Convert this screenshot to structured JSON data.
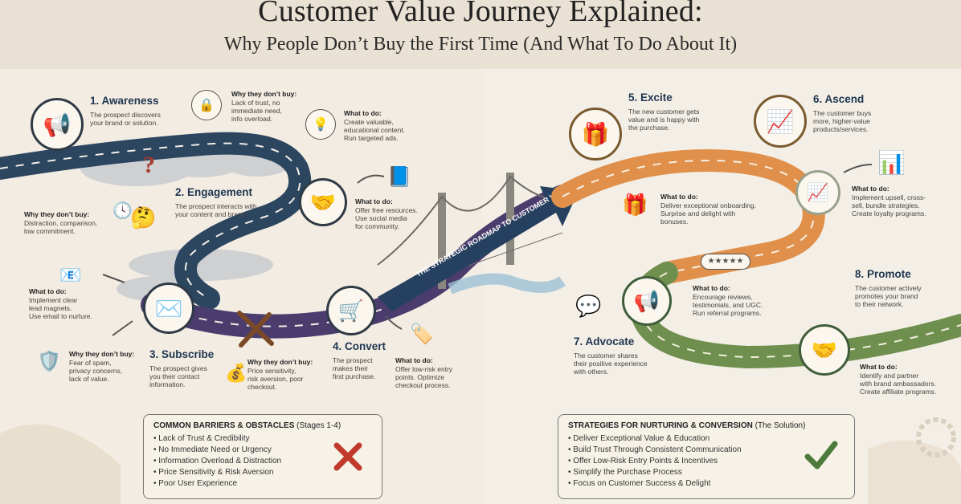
{
  "header": {
    "title": "Customer Value Journey Explained:",
    "subtitle": "Why People Don’t Buy the First Time (And What To Do About It)"
  },
  "bridge": {
    "arrow_label": "THE STRATEGIC ROADMAP TO CUSTOMER VALUE"
  },
  "stages": [
    {
      "title": "1. Awareness",
      "desc": [
        "The prospect discovers",
        "your brand or solution."
      ],
      "why_label": "Why they don’t buy:",
      "why": [
        "Lack of trust, no",
        "immediate need,",
        "info overload."
      ],
      "what_label": "What to do:",
      "what": [
        "Create valuable,",
        "educational content.",
        "Run targeted ads."
      ]
    },
    {
      "title": "2. Engagement",
      "desc": [
        "The prospect interacts with",
        "your content and brand."
      ],
      "why_label": "Why they don’t buy:",
      "why": [
        "Distraction, comparison,",
        "low commitment."
      ],
      "what_label": "What to do:",
      "what": [
        "Offer free resources.",
        "Use social media",
        "for community."
      ]
    },
    {
      "title": "3. Subscribe",
      "desc": [
        "The prospect gives",
        "you their contact",
        "information."
      ],
      "why_label": "Why they don’t buy:",
      "why": [
        "Fear of spam,",
        "privacy concerns,",
        "lack of value."
      ],
      "what_label": "What to do:",
      "what": [
        "Implement clear",
        "lead magnets.",
        "Use email to nurture."
      ]
    },
    {
      "title": "4. Convert",
      "desc": [
        "The prospect",
        "makes their",
        "first purchase."
      ],
      "why_label": "Why they don’t buy:",
      "why": [
        "Price sensitivity,",
        "risk aversion, poor",
        "checkout."
      ],
      "what_label": "What to do:",
      "what": [
        "Offer low-risk entry",
        "points. Optimize",
        "checkout process."
      ]
    },
    {
      "title": "5. Excite",
      "desc": [
        "The new customer gets",
        "value and is happy with",
        "the purchase."
      ],
      "what_label": "What to do:",
      "what": [
        "Deliver exceptional onboarding.",
        "Surprise and delight with",
        "bonuses."
      ]
    },
    {
      "title": "6. Ascend",
      "desc": [
        "The customer buys",
        "more, higher-value",
        "products/services."
      ],
      "what_label": "What to do:",
      "what": [
        "Implement upsell, cross-",
        "sell, bundle strategies.",
        "Create loyalty programs."
      ]
    },
    {
      "title": "7. Advocate",
      "desc": [
        "The customer shares",
        "their positive experience",
        "with others."
      ],
      "what_label": "What to do:",
      "what": [
        "Encourage reviews,",
        "testimonials, and UGC.",
        "Run referral programs."
      ]
    },
    {
      "title": "8. Promote",
      "desc": [
        "The customer actively",
        "promotes your brand",
        "to their network."
      ],
      "what_label": "What to do:",
      "what": [
        "Identify and partner",
        "with brand ambassadors.",
        "Create affiliate programs."
      ]
    }
  ],
  "barriers": {
    "title": "COMMON BARRIERS & OBSTACLES",
    "subtitle": "(Stages 1-4)",
    "items": [
      "Lack of Trust & Credibility",
      "No Immediate Need or Urgency",
      "Information Overload & Distraction",
      "Price Sensitivity & Risk Aversion",
      "Poor User Experience"
    ]
  },
  "strategies": {
    "title": "STRATEGIES FOR NURTURING & CONVERSION",
    "subtitle": "(The Solution)",
    "items": [
      "Deliver Exceptional Value & Education",
      "Build Trust Through Consistent Communication",
      "Offer Low-Risk Entry Points & Incentives",
      "Simplify the Purchase Process",
      "Focus on Customer Success & Delight"
    ]
  },
  "colors": {
    "road_dark": "#2c4660",
    "road_purple": "#4a3d6e",
    "road_orange": "#e0904a",
    "road_green": "#6f8f4e",
    "bridge_arrow": "#26405f",
    "x_mark": "#c0392b",
    "check_mark": "#4c7a3a"
  },
  "icons": {
    "awareness": "megaphone-icon",
    "engagement": "handshake-icon",
    "subscribe": "envelope-icon",
    "convert": "shopping-cart-icon",
    "excite": "gift-icon",
    "ascend": "growth-chart-icon",
    "advocate": "megaphone-icon",
    "promote": "network-icon"
  }
}
